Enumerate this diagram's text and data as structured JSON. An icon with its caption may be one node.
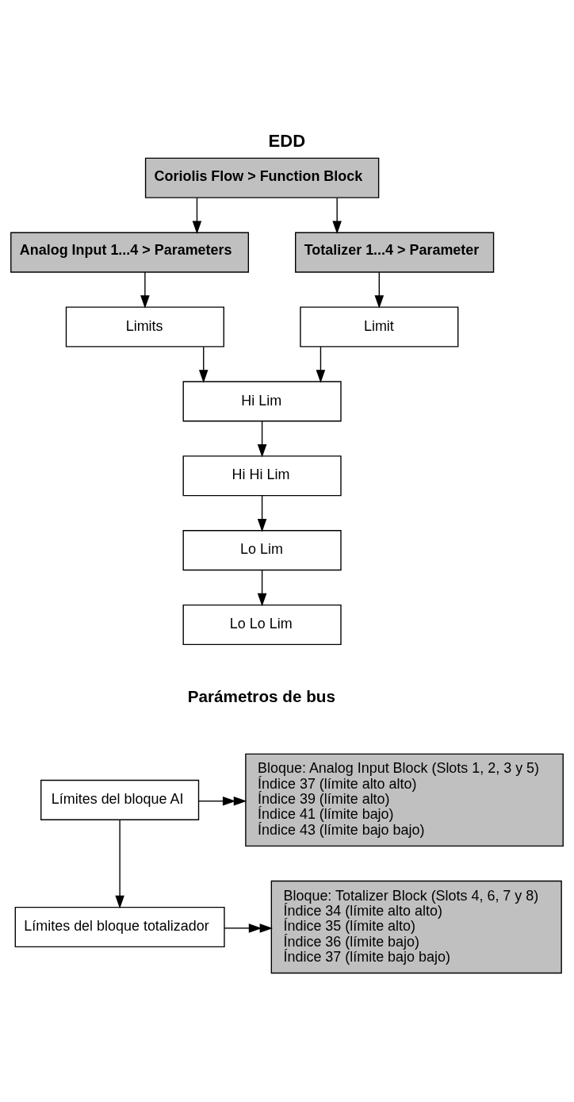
{
  "diagram": {
    "title": "EDD",
    "nodes": [
      {
        "text": [
          "Coriolis Flow > Function Block"
        ]
      },
      {
        "text": [
          "Analog Input 1...4 > Parameters"
        ]
      },
      {
        "text": [
          "Totalizer 1...4 > Parameter"
        ]
      },
      {
        "text": [
          "Limits"
        ]
      },
      {
        "text": [
          "Limit"
        ]
      },
      {
        "text": [
          "Hi Lim"
        ]
      },
      {
        "text": [
          "Hi Hi Lim"
        ]
      },
      {
        "text": [
          "Lo Lim"
        ]
      },
      {
        "text": [
          "Lo Lo Lim"
        ]
      },
      {
        "text": [
          "Límites del bloque AI"
        ]
      },
      {
        "text": [
          "Bloque: Analog Input Block (Slots 1, 2, 3 y 5)",
          "Índice 37 (límite alto alto)",
          "Índice 39 (límite alto)",
          "Índice 41 (límite bajo)",
          "Índice 43 (límite bajo bajo)"
        ]
      },
      {
        "text": [
          "Límites del bloque totalizador"
        ]
      },
      {
        "text": [
          "Bloque: Totalizer Block (Slots 4, 6, 7 y 8)",
          "Índice 34 (límite alto alto)",
          "Índice 35 (límite alto)",
          "Índice 36 (límite bajo)",
          "Índice 37 (límite bajo bajo)"
        ]
      }
    ],
    "edges": [
      {
        "from": 0,
        "to": 1,
        "arrow": "to"
      },
      {
        "from": 0,
        "to": 2,
        "arrow": "to"
      },
      {
        "from": 1,
        "to": 3,
        "arrow": "to"
      },
      {
        "from": 2,
        "to": 4,
        "arrow": "to"
      },
      {
        "from": 3,
        "to": 5,
        "arrow": "to"
      },
      {
        "from": 4,
        "to": 5,
        "arrow": "to"
      },
      {
        "from": 5,
        "to": 6,
        "arrow": "to"
      },
      {
        "from": 6,
        "to": 7,
        "arrow": "to"
      },
      {
        "from": 7,
        "to": 8,
        "arrow": "to"
      },
      {
        "from": 9,
        "to": 10,
        "arrow": "to"
      },
      {
        "from": 9,
        "to": 11,
        "arrow": "to"
      },
      {
        "from": 11,
        "to": 12,
        "arrow": "to"
      }
    ],
    "labels": [
      "Parámetros de bus"
    ]
  }
}
